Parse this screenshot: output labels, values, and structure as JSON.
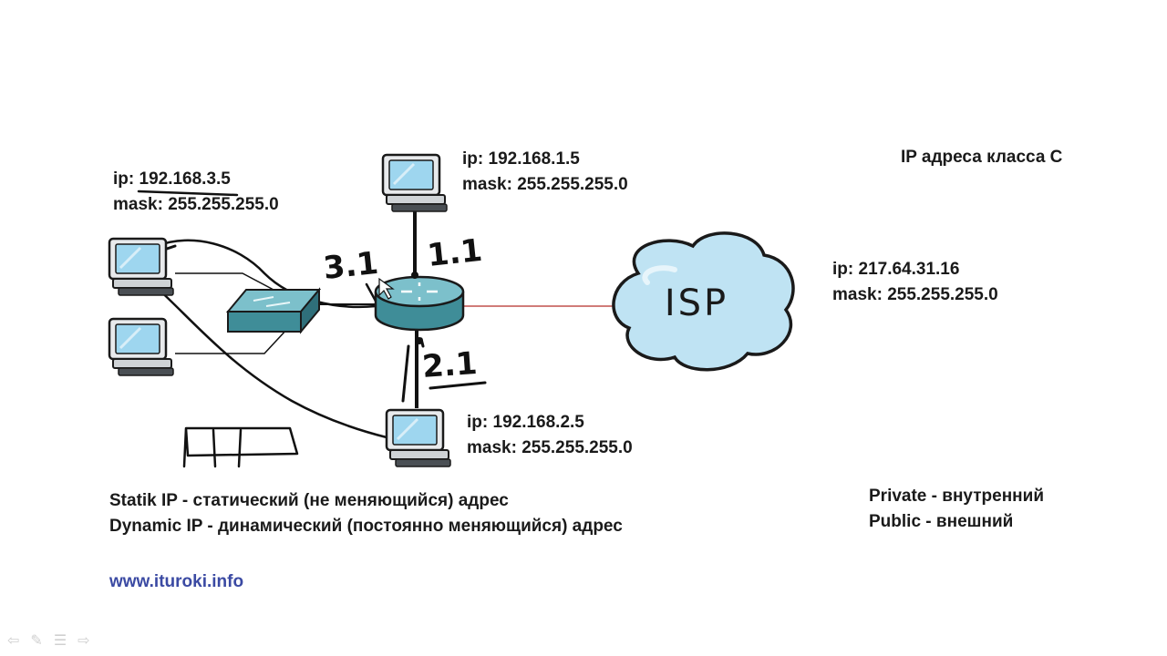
{
  "title": "IP адреса класса C",
  "hosts": {
    "left": {
      "ip_label": "ip:",
      "ip": "192.168.3.5",
      "mask_label": "mask:",
      "mask": "255.255.255.0"
    },
    "top": {
      "ip_label": "ip:",
      "ip": "192.168.1.5",
      "mask_label": "mask:",
      "mask": "255.255.255.0"
    },
    "bottom": {
      "ip_label": "ip:",
      "ip": "192.168.2.5",
      "mask_label": "mask:",
      "mask": "255.255.255.0"
    }
  },
  "isp": {
    "cloud_label": "ISP",
    "ip_label": "ip:",
    "ip": "217.64.31.16",
    "mask_label": "mask:",
    "mask": "255.255.255.0"
  },
  "router_ports": {
    "left": "3.1",
    "top": "1.1",
    "bottom": "2.1"
  },
  "definitions": [
    {
      "term": "Statik IP",
      "sep": " - ",
      "meaning": "статический (не меняющийся) адрес"
    },
    {
      "term": "Dynamic IP",
      "sep": " - ",
      "meaning": "динамический (постоянно меняющийся) адрес"
    }
  ],
  "scope": [
    {
      "term": "Private",
      "sep": " - ",
      "meaning": "внутренний"
    },
    {
      "term": "Public",
      "sep": " - ",
      "meaning": "внешний"
    }
  ],
  "website": "www.ituroki.info",
  "colors": {
    "device": "#5fa9b4",
    "device_dark": "#2f6f7a",
    "screen": "#9ed6ef",
    "cloud": "#bfe3f3",
    "link_text": "#3b4aa3",
    "isp_link": "#c0504d"
  }
}
